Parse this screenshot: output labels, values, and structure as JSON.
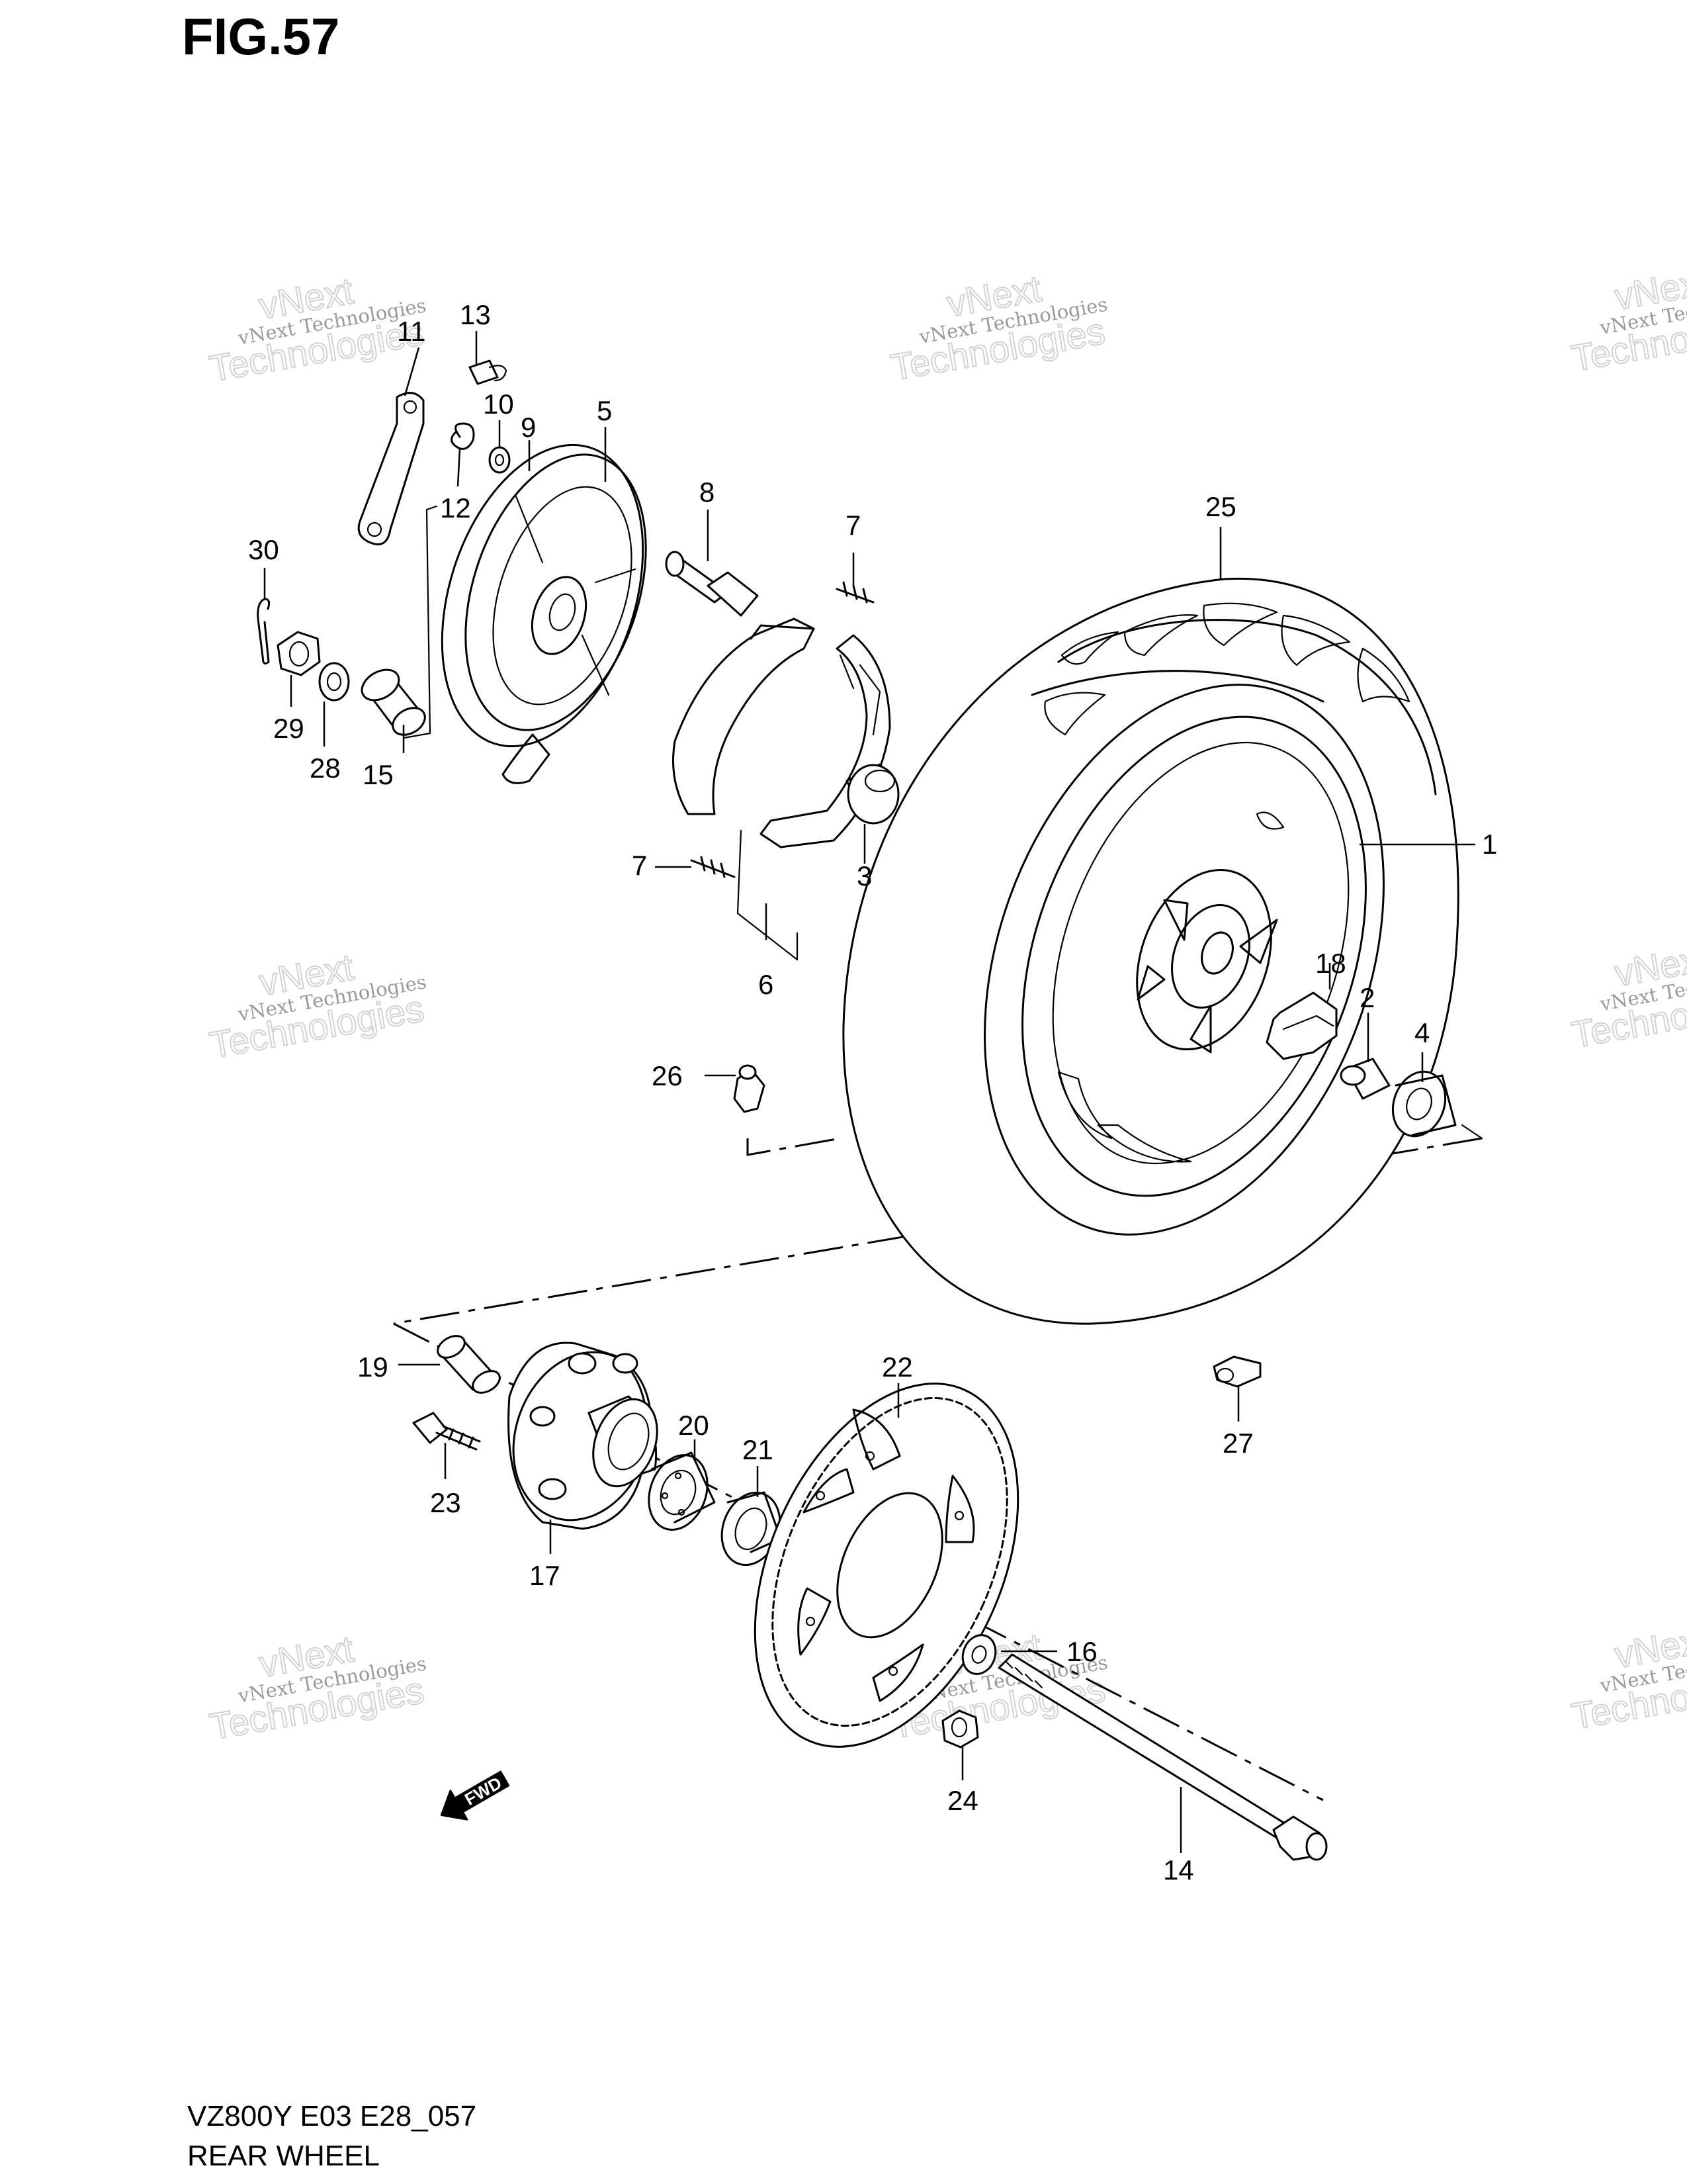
{
  "figure": {
    "title": "FIG.57",
    "model_code": "VZ800Y E03 E28_057",
    "assembly_name": "REAR WHEEL"
  },
  "watermark": {
    "line1": "vNext Technologies",
    "line2": "vNext",
    "line3": "Technologies"
  },
  "direction_arrow": {
    "label": "FWD"
  },
  "callouts": [
    "1",
    "2",
    "3",
    "4",
    "5",
    "6",
    "7",
    "7",
    "8",
    "9",
    "10",
    "11",
    "12",
    "13",
    "14",
    "15",
    "16",
    "17",
    "18",
    "19",
    "20",
    "21",
    "22",
    "23",
    "24",
    "25",
    "26",
    "27",
    "28",
    "29",
    "30"
  ]
}
